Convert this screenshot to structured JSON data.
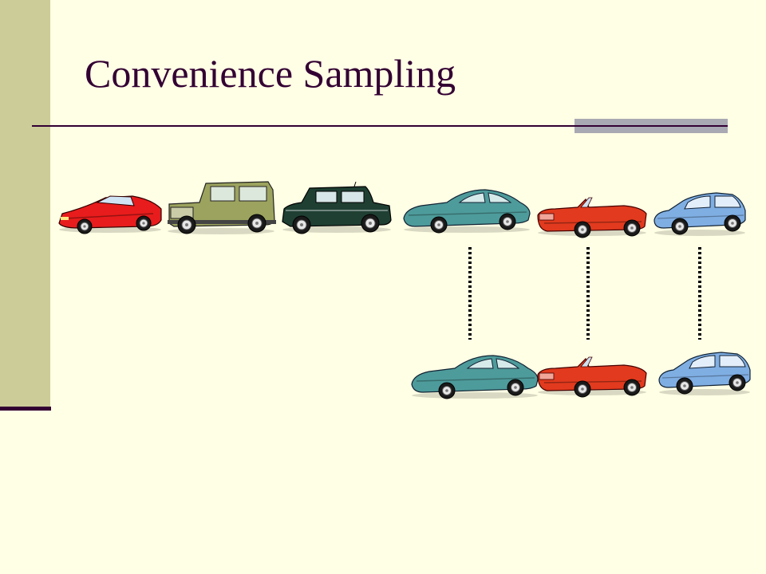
{
  "slide": {
    "title": "Convenience Sampling",
    "colors": {
      "background": "#FFFFE5",
      "side_bar": "#CCCC99",
      "accent_dark": "#330033",
      "accent_gray": "#A9A9B3",
      "title_text": "#330033"
    }
  },
  "population": [
    {
      "kind": "sports-car",
      "color": "#E81C1C"
    },
    {
      "kind": "suv",
      "color": "#9CA35E"
    },
    {
      "kind": "taxi-cab",
      "color": "#1F3F33"
    },
    {
      "kind": "sedan",
      "color": "#4E9B9B"
    },
    {
      "kind": "convertible",
      "color": "#E23A1E"
    },
    {
      "kind": "hatchback",
      "color": "#7FAEE3"
    }
  ],
  "sample": [
    {
      "kind": "sedan",
      "color": "#4E9B9B"
    },
    {
      "kind": "convertible",
      "color": "#E23A1E"
    },
    {
      "kind": "hatchback",
      "color": "#7FAEE3"
    }
  ],
  "connector": {
    "style": "dotted",
    "color": "#000000"
  }
}
